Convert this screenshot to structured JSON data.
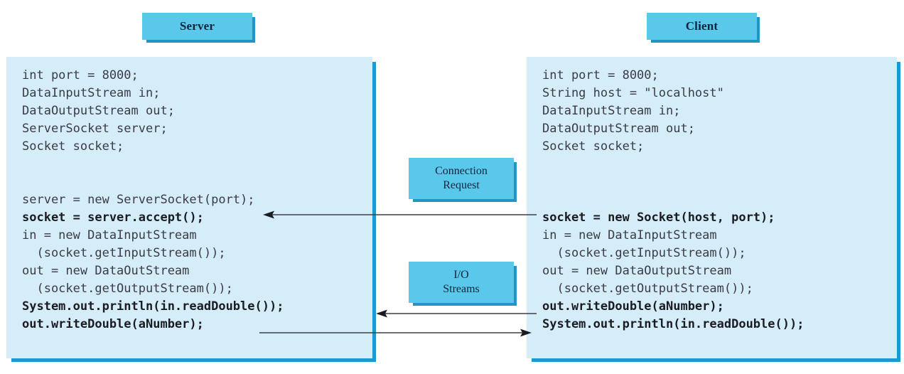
{
  "diagram": {
    "title_server": "Server",
    "title_client": "Client",
    "mid_labels": {
      "connection": {
        "line1": "Connection",
        "line2": "Request"
      },
      "io": {
        "line1": "I/O",
        "line2": "Streams"
      }
    },
    "colors": {
      "tab_fill": "#5ac8ea",
      "tab_shadow": "#2196c4",
      "panel_fill": "#d4edf9",
      "panel_shadow": "#1b9ad2",
      "code_text": "#3b3b45",
      "code_bold": "#1b1b22",
      "arrow": "#3f3f46",
      "background": "#ffffff"
    },
    "server_code": [
      {
        "text": "int port = 8000;",
        "bold": false
      },
      {
        "text": "DataInputStream in;",
        "bold": false
      },
      {
        "text": "DataOutputStream out;",
        "bold": false
      },
      {
        "text": "ServerSocket server;",
        "bold": false
      },
      {
        "text": "Socket socket;",
        "bold": false
      },
      {
        "text": "",
        "bold": false
      },
      {
        "text": "",
        "bold": false
      },
      {
        "text": "server = new ServerSocket(port);",
        "bold": false
      },
      {
        "text": "socket = server.accept();",
        "bold": true
      },
      {
        "text": "in = new DataInputStream",
        "bold": false
      },
      {
        "text": "  (socket.getInputStream());",
        "bold": false
      },
      {
        "text": "out = new DataOutStream",
        "bold": false
      },
      {
        "text": "  (socket.getOutputStream());",
        "bold": false
      },
      {
        "text": "System.out.println(in.readDouble());",
        "bold": true
      },
      {
        "text": "out.writeDouble(aNumber);",
        "bold": true
      }
    ],
    "client_code": [
      {
        "text": "int port = 8000;",
        "bold": false
      },
      {
        "text": "String host = \"localhost\"",
        "bold": false
      },
      {
        "text": "DataInputStream in;",
        "bold": false
      },
      {
        "text": "DataOutputStream out;",
        "bold": false
      },
      {
        "text": "Socket socket;",
        "bold": false
      },
      {
        "text": "",
        "bold": false
      },
      {
        "text": "",
        "bold": false
      },
      {
        "text": "",
        "bold": false
      },
      {
        "text": "socket = new Socket(host, port);",
        "bold": true
      },
      {
        "text": "in = new DataInputStream",
        "bold": false
      },
      {
        "text": "  (socket.getInputStream());",
        "bold": false
      },
      {
        "text": "out = new DataOutputStream",
        "bold": false
      },
      {
        "text": "  (socket.getOutputStream());",
        "bold": false
      },
      {
        "text": "out.writeDouble(aNumber);",
        "bold": true
      },
      {
        "text": "System.out.println(in.readDouble());",
        "bold": true
      }
    ],
    "arrows": [
      {
        "name": "connection-request-arrow",
        "direction": "left"
      },
      {
        "name": "io-read-arrow",
        "direction": "left"
      },
      {
        "name": "io-write-arrow",
        "direction": "right"
      }
    ]
  }
}
